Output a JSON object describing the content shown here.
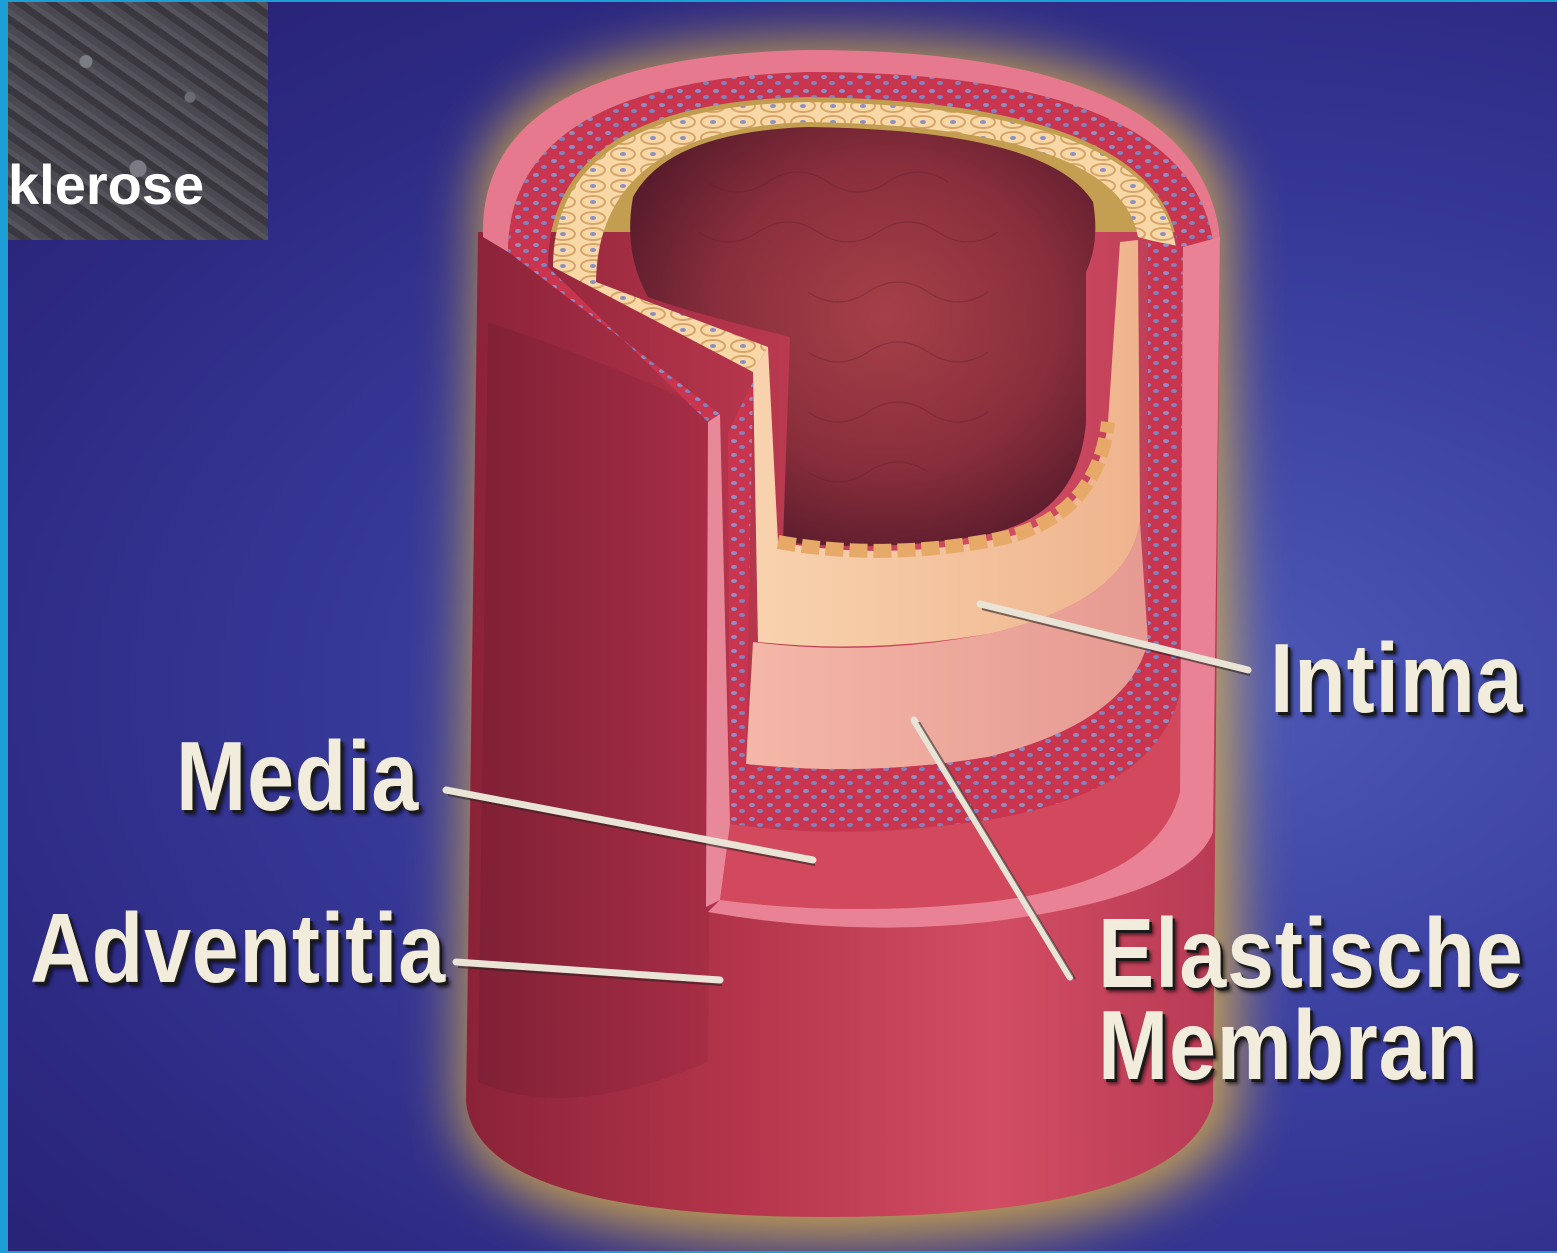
{
  "caption": {
    "thumbnail_text": "klerose"
  },
  "labels": {
    "media": "Media",
    "adventitia": "Adventitia",
    "intima": "Intima",
    "elastic_membrane_line1": "Elastische",
    "elastic_membrane_line2": "Membran"
  },
  "colors": {
    "background": "#2d2a84",
    "glow": "#f4c13a",
    "vessel_outer": "#c53a52",
    "media_layer": "#d8566a",
    "intima_layer": "#f6c7a2",
    "lumen": "#b84852",
    "label_text": "#f2ecdd"
  }
}
